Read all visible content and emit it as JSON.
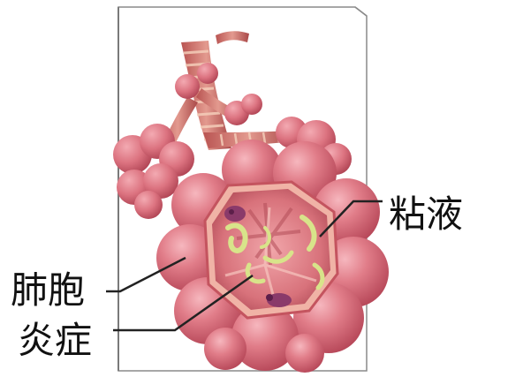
{
  "labels": {
    "mucus": "粘液",
    "alveoli": "肺胞",
    "inflammation": "炎症"
  },
  "colors": {
    "alveolus_fill": "#e07a86",
    "alveolus_shadow": "#c2515f",
    "alveolus_highlight": "#f2a9b1",
    "bronchus": "#c9605e",
    "bronchus_ring": "#f0c9b5",
    "interior": "#d26a72",
    "mucus": "#d8e48a",
    "inflammation": "#8a3a6a",
    "leader_line": "#222222",
    "panel_border": "#8a8a8a"
  }
}
